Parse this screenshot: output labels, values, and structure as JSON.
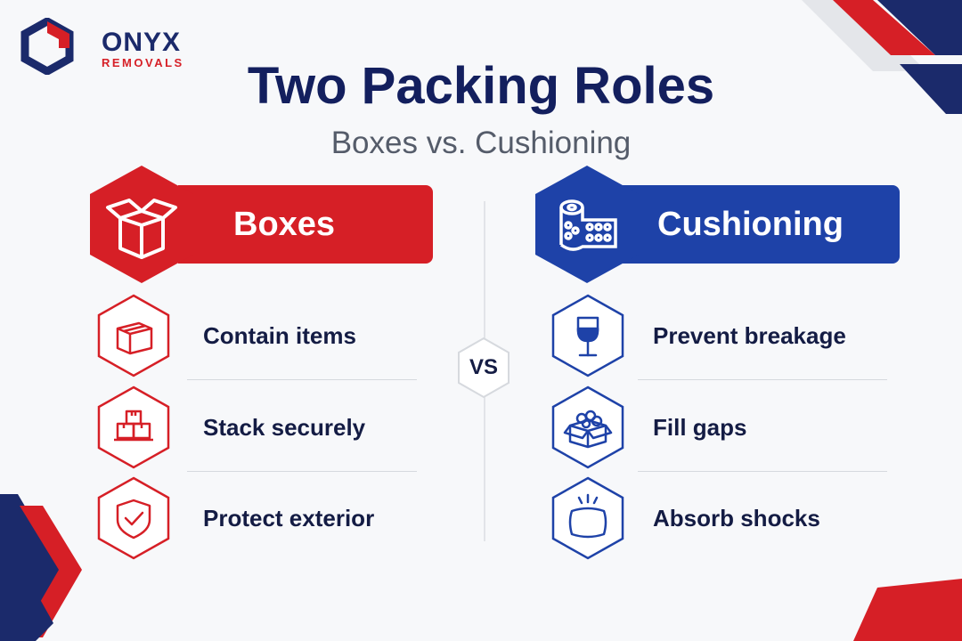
{
  "colors": {
    "red": "#d61f26",
    "navy": "#1b2a6b",
    "blue": "#1e42a8",
    "text": "#141c44"
  },
  "logo": {
    "name": "ONYX",
    "tagline": "REMOVALS",
    "icon": "hexagon-logo-icon"
  },
  "title": "Two Packing Roles",
  "subtitle": "Boxes vs. Cushioning",
  "vs_label": "VS",
  "boxes": {
    "label": "Boxes",
    "icon": "open-box-icon",
    "items": [
      {
        "label": "Contain items",
        "icon": "package-icon"
      },
      {
        "label": "Stack securely",
        "icon": "stacked-boxes-icon"
      },
      {
        "label": "Protect exterior",
        "icon": "shield-check-icon"
      }
    ]
  },
  "cushioning": {
    "label": "Cushioning",
    "icon": "bubble-wrap-roll-icon",
    "items": [
      {
        "label": "Prevent breakage",
        "icon": "wine-glass-icon"
      },
      {
        "label": "Fill gaps",
        "icon": "box-with-fill-icon"
      },
      {
        "label": "Absorb shocks",
        "icon": "cushion-icon"
      }
    ]
  }
}
